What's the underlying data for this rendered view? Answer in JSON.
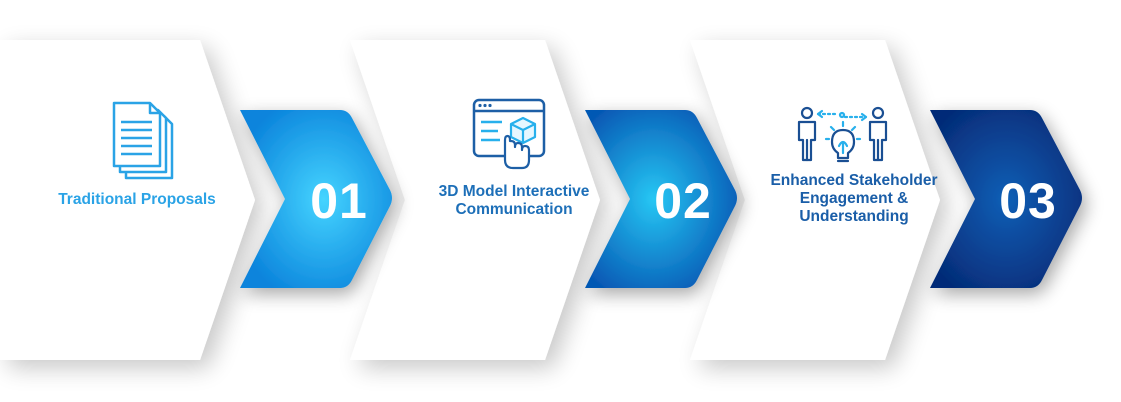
{
  "steps": [
    {
      "number": "01",
      "label_lines": [
        "Traditional Proposals"
      ],
      "icon": "documents-icon",
      "label_color": "#2aa3e6",
      "arrow_colors": [
        "#0a7fd8",
        "#2ec1f4",
        "#1189e0"
      ]
    },
    {
      "number": "02",
      "label_lines": [
        "3D Model Interactive",
        "Communication"
      ],
      "icon": "3d-model-browser-icon",
      "label_color": "#1d6fb8",
      "arrow_colors": [
        "#0757b0",
        "#22b4ee",
        "#0a62c0"
      ]
    },
    {
      "number": "03",
      "label_lines": [
        "Enhanced Stakeholder",
        "Engagement &",
        "Understanding"
      ],
      "icon": "stakeholders-idea-icon",
      "label_color": "#1a5ea8",
      "arrow_colors": [
        "#062f7a",
        "#0f60b8",
        "#072f7c"
      ]
    }
  ]
}
